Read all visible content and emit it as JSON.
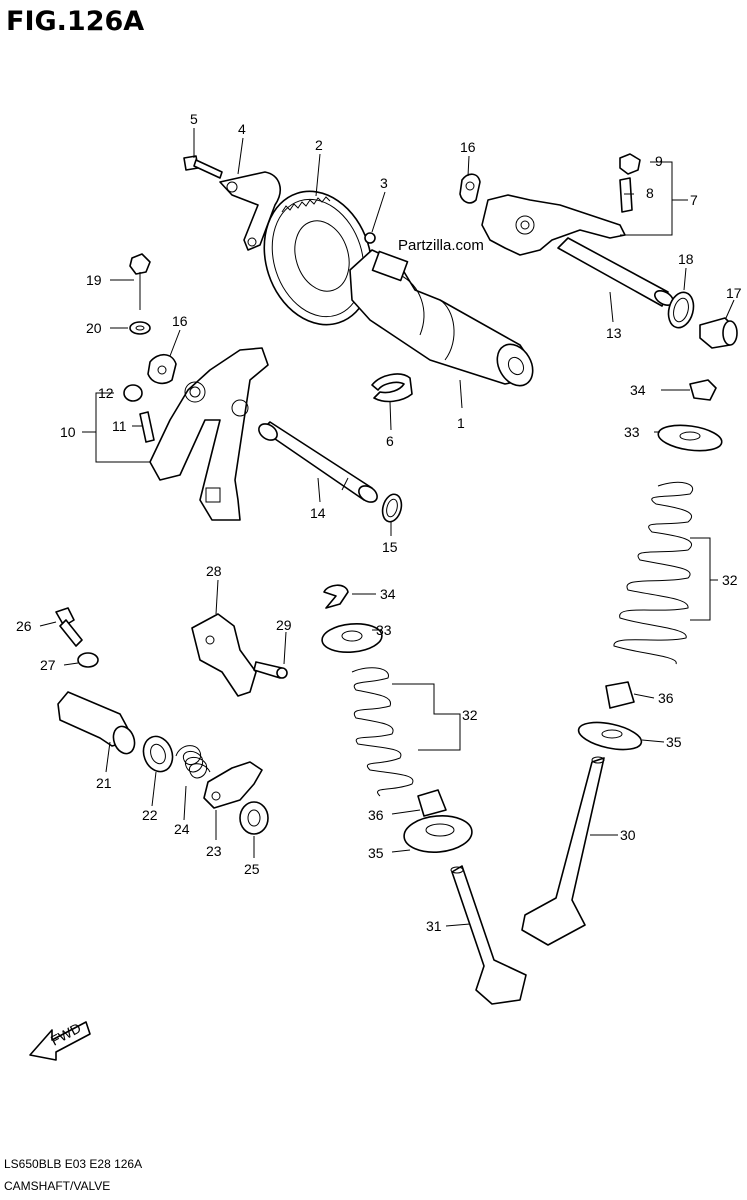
{
  "figure": {
    "title": "FIG.126A",
    "model_code": "LS650BLB  E03  E28  126A",
    "caption": "CAMSHAFT/VALVE",
    "watermark": "Partzilla.com",
    "fwd_label": "FWD"
  },
  "callouts": {
    "c1": "1",
    "c2": "2",
    "c3": "3",
    "c4": "4",
    "c5": "5",
    "c6": "6",
    "c7": "7",
    "c8": "8",
    "c9": "9",
    "c10": "10",
    "c11": "11",
    "c12": "12",
    "c13": "13",
    "c14": "14",
    "c15": "15",
    "c16a": "16",
    "c16b": "16",
    "c17": "17",
    "c18": "18",
    "c19": "19",
    "c20": "20",
    "c21": "21",
    "c22": "22",
    "c23": "23",
    "c24": "24",
    "c25": "25",
    "c26": "26",
    "c27": "27",
    "c28": "28",
    "c29": "29",
    "c30": "30",
    "c31": "31",
    "c32a": "32",
    "c32b": "32",
    "c33a": "33",
    "c33b": "33",
    "c34a": "34",
    "c34b": "34",
    "c35a": "35",
    "c35b": "35",
    "c36a": "36",
    "c36b": "36"
  }
}
